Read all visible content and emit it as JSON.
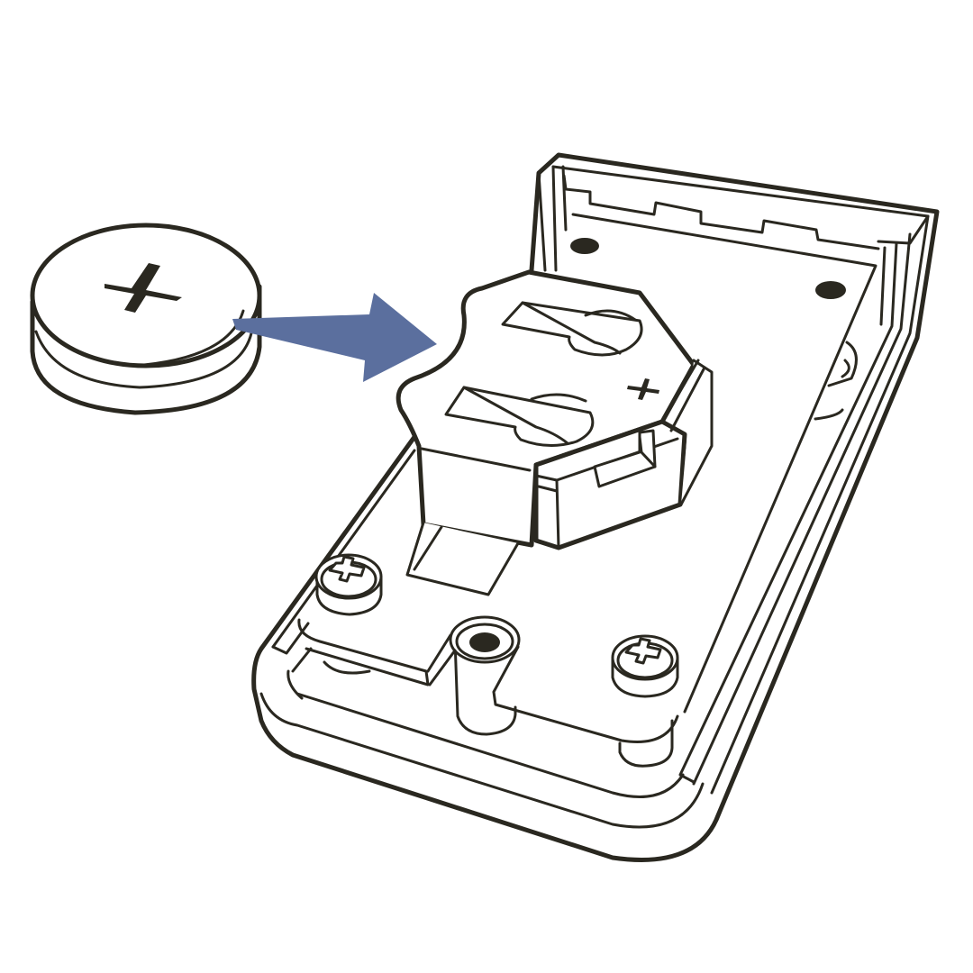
{
  "diagram": {
    "colors": {
      "line": "#2a2820",
      "arrow": "#5b6f9e",
      "background": "#ffffff"
    },
    "elements": [
      {
        "name": "coin-battery",
        "icon": "plus-icon"
      },
      {
        "name": "insert-arrow",
        "icon": "arrow-right-icon"
      },
      {
        "name": "battery-holder",
        "icon": "plus-icon"
      },
      {
        "name": "device-housing",
        "icon": "screw-icon"
      }
    ]
  }
}
